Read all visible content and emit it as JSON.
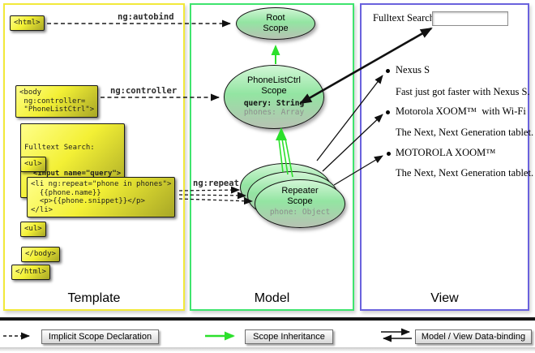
{
  "diagram": {
    "columns": [
      {
        "id": "template",
        "label": "Template"
      },
      {
        "id": "model",
        "label": "Model"
      },
      {
        "id": "view",
        "label": "View"
      }
    ]
  },
  "template_code": {
    "html_open": "<html>",
    "body_open": "<body\n ng:controller=\n \"PhoneListCtrl\">",
    "fulltext_line1": "Fulltext Search:",
    "fulltext_line2": "  <input name=\"query\">",
    "ul_open": "<ul>",
    "li_repeat": "<li ng:repeat=\"phone in phones\">\n  {{phone.name}}\n  <p>{{phone.snippet}}</p>\n</li>",
    "ul_second": "<ul>",
    "body_close": "</body>",
    "html_close": "</html>"
  },
  "annotations": {
    "autobind": "ng:autobind",
    "controller": "ng:controller",
    "repeat": "ng:repeat"
  },
  "scopes": {
    "root": {
      "title": "Root\nScope"
    },
    "phonelistctrl": {
      "title": "PhoneListCtrl\nScope",
      "prop_query": "query: String",
      "prop_phones": "phones: Array"
    },
    "repeater": {
      "title": "Repeater\nScope",
      "prop_phone": "phone: Object"
    }
  },
  "view": {
    "search_label": "Fulltext Search:",
    "search_value": "",
    "items": [
      {
        "name": "Nexus S",
        "snippet": "Fast just got faster with Nexus S."
      },
      {
        "name": "Motorola XOOM™  with Wi-Fi",
        "snippet": "The Next, Next Generation tablet."
      },
      {
        "name": "MOTOROLA XOOM™",
        "snippet": "The Next, Next Generation tablet."
      }
    ]
  },
  "legend": {
    "implicit": "Implicit Scope Declaration",
    "inheritance": "Scope Inheritance",
    "databinding": "Model / View Data-binding"
  },
  "colors": {
    "template_border": "#f2e93a",
    "model_border": "#3fe46e",
    "view_border": "#6a62dd",
    "inheritance_arrow": "#2ce02c",
    "codebox_yellow": "#f3f035",
    "scope_fill_green": "#93e5a2"
  }
}
